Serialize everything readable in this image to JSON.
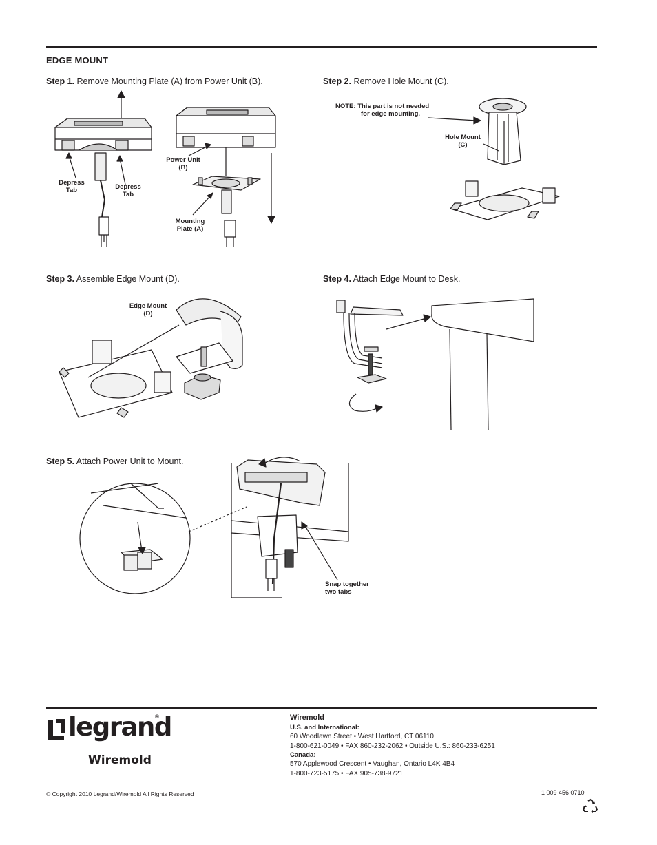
{
  "section": {
    "title": "EDGE MOUNT"
  },
  "steps": [
    {
      "num": "Step 1.",
      "text": " Remove Mounting Plate (A) from Power Unit (B)."
    },
    {
      "num": "Step 2.",
      "text": " Remove Hole Mount (C)."
    },
    {
      "num": "Step 3.",
      "text": " Assemble Edge Mount (D)."
    },
    {
      "num": "Step 4.",
      "text": " Attach Edge Mount to Desk."
    },
    {
      "num": "Step 5.",
      "text": " Attach Power Unit to Mount."
    }
  ],
  "callouts": {
    "depress_tab_left": [
      "Depress",
      "Tab"
    ],
    "depress_tab_right": [
      "Depress",
      "Tab"
    ],
    "power_unit": [
      "Power Unit",
      "(B)"
    ],
    "mounting_plate": [
      "Mounting",
      "Plate (A)"
    ],
    "note": [
      "NOTE: This part is not needed",
      "for edge mounting."
    ],
    "hole_mount": [
      "Hole Mount",
      "(C)"
    ],
    "edge_mount": [
      "Edge Mount",
      "(D)"
    ],
    "snap": [
      "Snap together",
      "two tabs"
    ]
  },
  "brand": {
    "logo_text": "legrand",
    "registered": "®",
    "sub_logo": "Wiremold"
  },
  "contact": {
    "company": "Wiremold",
    "us_label": "U.S. and International:",
    "us_address": "60 Woodlawn Street  •  West Hartford, CT 06110",
    "us_phone": "1-800-621-0049  •  FAX 860-232-2062  •  Outside U.S.: 860-233-6251",
    "canada_label": "Canada:",
    "canada_address": "570 Applewood Crescent  •  Vaughan, Ontario L4K 4B4",
    "canada_phone": "1-800-723-5175  •  FAX 905-738-9721"
  },
  "copyright": "© Copyright 2010   Legrand/Wiremold   All Rights Reserved",
  "doc_number": "1 009 456  0710",
  "icons": {
    "recycle": "recycle-icon"
  }
}
